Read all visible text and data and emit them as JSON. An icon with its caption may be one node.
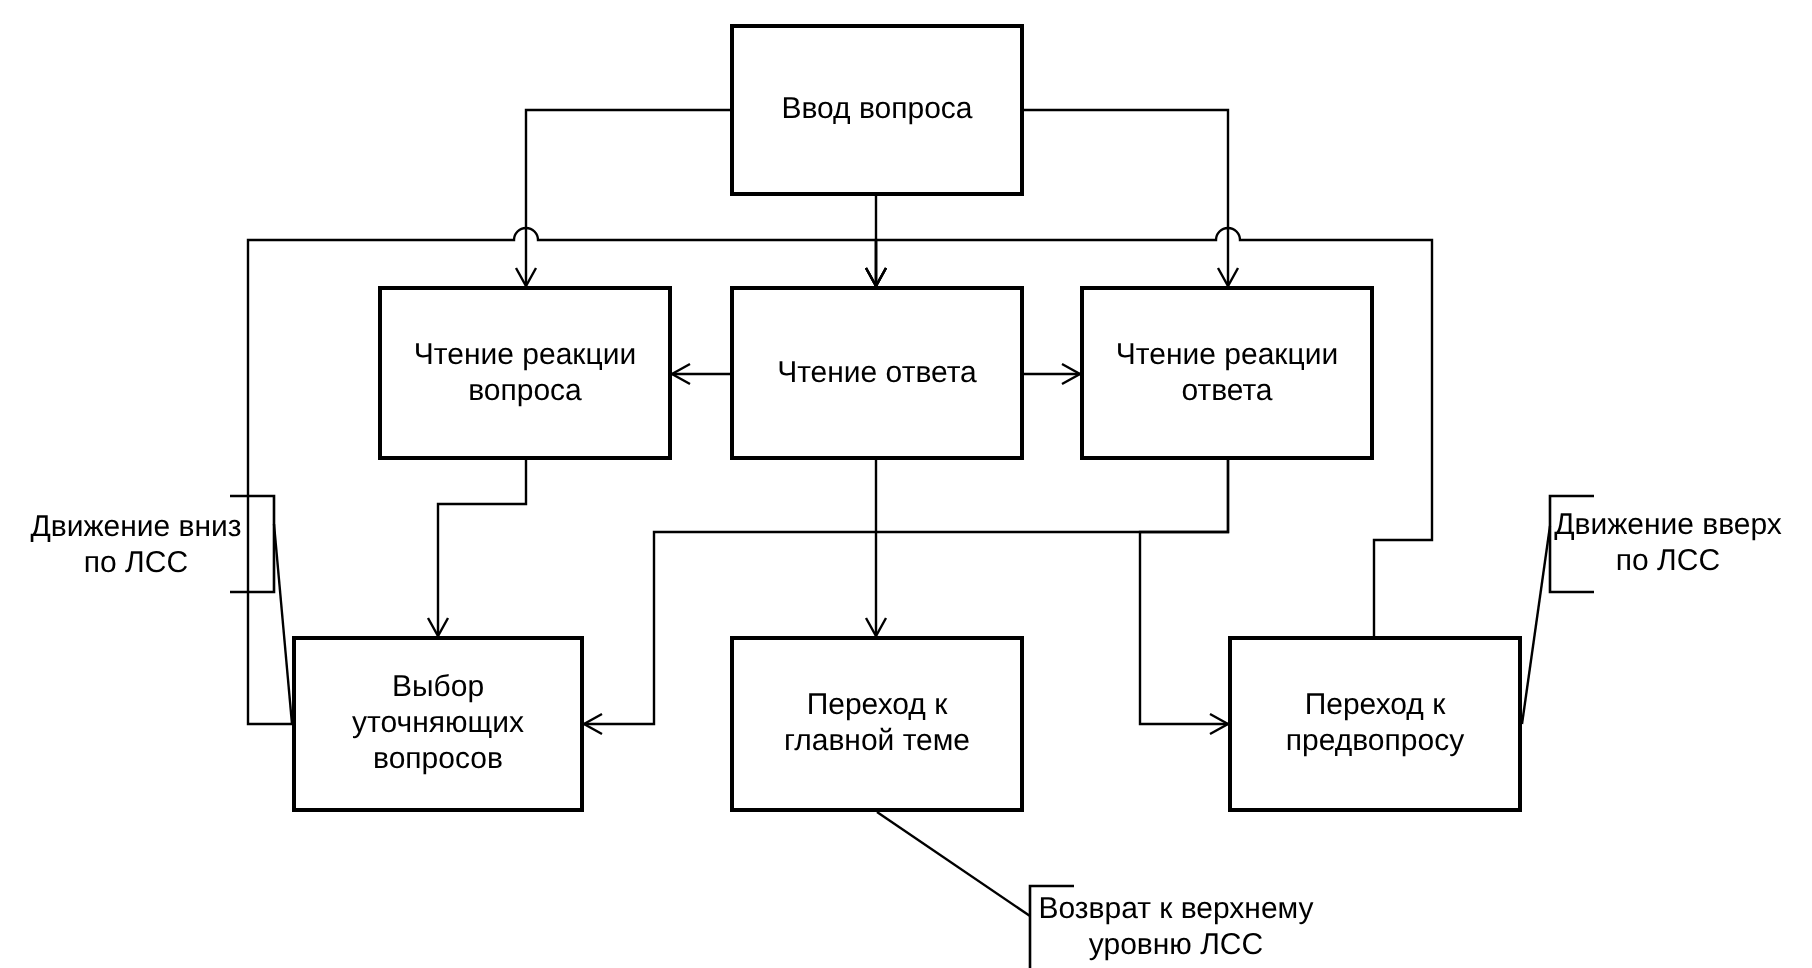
{
  "diagram": {
    "nodes": [
      {
        "text": [
          "Ввод вопроса"
        ]
      },
      {
        "text": [
          "Чтение реакции вопроса"
        ]
      },
      {
        "text": [
          "Чтение ответа"
        ]
      },
      {
        "text": [
          "Чтение реакции ответа"
        ]
      },
      {
        "text": [
          "Выбор уточняющих вопросов"
        ]
      },
      {
        "text": [
          "Переход к главной теме"
        ]
      },
      {
        "text": [
          "Переход к предвопросу"
        ]
      },
      {
        "text": [
          "Движение вниз по ЛСС"
        ]
      },
      {
        "text": [
          "Движение вверх по ЛСС"
        ]
      },
      {
        "text": [
          "Возврат к верхнему уровню ЛСС"
        ]
      }
    ],
    "edges": [
      {
        "from": 0,
        "to": 1,
        "arrow": "to"
      },
      {
        "from": 0,
        "to": 2,
        "arrow": "to"
      },
      {
        "from": 0,
        "to": 3,
        "arrow": "to"
      },
      {
        "from": 4,
        "to": 2,
        "arrow": "to"
      },
      {
        "from": 6,
        "to": 2,
        "arrow": "to"
      },
      {
        "from": 2,
        "to": 1,
        "arrow": "to"
      },
      {
        "from": 2,
        "to": 3,
        "arrow": "to"
      },
      {
        "from": 1,
        "to": 4,
        "arrow": "to"
      },
      {
        "from": 2,
        "to": 5,
        "arrow": "to"
      },
      {
        "from": 3,
        "to": 4,
        "arrow": "to"
      },
      {
        "from": 3,
        "to": 6,
        "arrow": "to"
      },
      {
        "from": 7,
        "to": 4,
        "arrow": "none"
      },
      {
        "from": 8,
        "to": 6,
        "arrow": "none"
      },
      {
        "from": 9,
        "to": 5,
        "arrow": "none"
      }
    ]
  }
}
